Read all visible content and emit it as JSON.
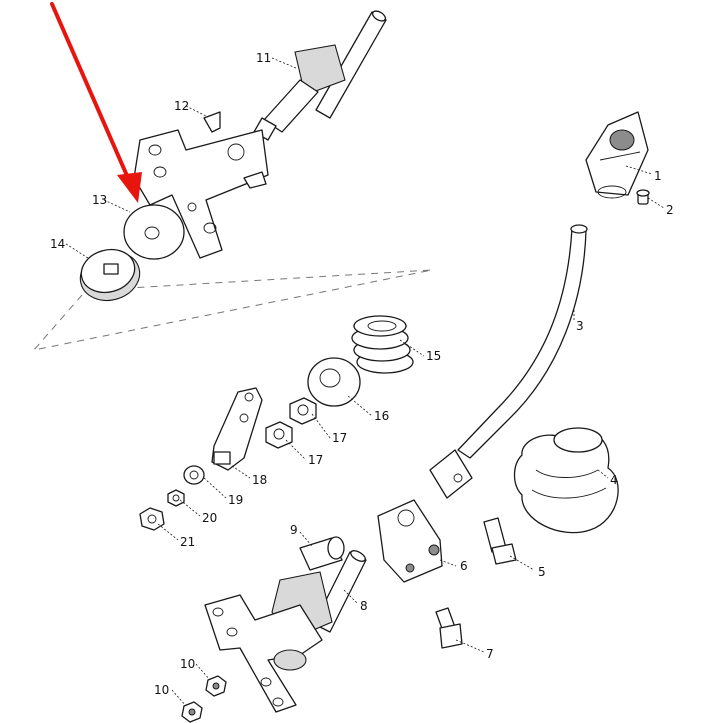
{
  "diagram": {
    "type": "exploded-parts-diagram",
    "labels": [
      "1",
      "2",
      "3",
      "4",
      "5",
      "6",
      "7",
      "8",
      "9",
      "10",
      "10",
      "11",
      "12",
      "13",
      "14",
      "15",
      "16",
      "17",
      "17",
      "18",
      "19",
      "20",
      "21"
    ],
    "highlight_arrow_color": "#e8140e",
    "highlighted_part": "13"
  }
}
